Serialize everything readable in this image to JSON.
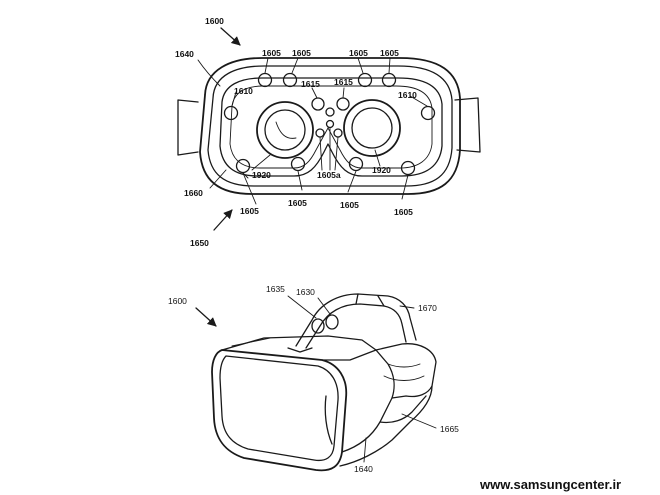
{
  "top_figure": {
    "ref_main": "1600",
    "ref_housing": "1640",
    "ref_inner": "1660",
    "ref_view": "1650",
    "ref_sensor": "1605",
    "ref_sensor_a": "1605a",
    "ref_side": "1610",
    "ref_center": "1615",
    "ref_lens": "1920"
  },
  "bottom_figure": {
    "ref_main": "1600",
    "ref_1635": "1635",
    "ref_1630": "1630",
    "ref_1670": "1670",
    "ref_1665": "1665",
    "ref_1640": "1640"
  },
  "watermark": "www.samsungcenter.ir"
}
